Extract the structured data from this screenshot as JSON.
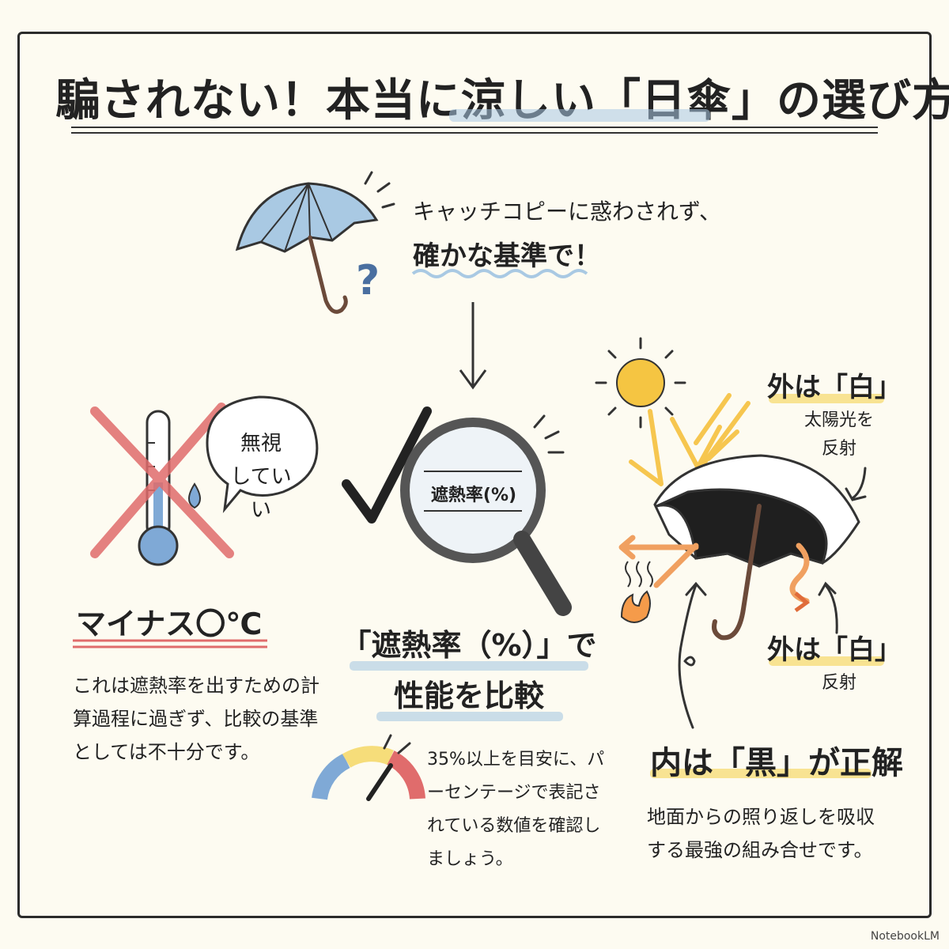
{
  "title": "騙されない！本当に涼しい「日傘」の選び方",
  "catchphrase": {
    "line1": "キャッチコピーに惑わされず、",
    "line2": "確かな基準で！"
  },
  "left": {
    "bubble_line1": "無視",
    "bubble_line2": "していい",
    "heading": "マイナス〇℃",
    "body": "これは遮熱率を出すための計算過程に過ぎず、比較の基準としては不十分です。"
  },
  "center": {
    "lens_label": "遮熱率(%)",
    "heading_line1": "「遮熱率（%）」で",
    "heading_line2": "性能を比較",
    "body": "35%以上を目安に、パーセンテージで表記されている数値を確認しましょう。"
  },
  "right": {
    "outer_top_heading": "外は「白」",
    "outer_top_sub1": "太陽光を",
    "outer_top_sub2": "反射",
    "outer_mid_heading": "外は「白」",
    "outer_mid_sub": "反射",
    "inner_heading": "内は「黒」が正解",
    "inner_body": "地面からの照り返しを吸収する最強の組み合せです。"
  },
  "brand": "NotebookLM",
  "colors": {
    "background": "#fdfbf1",
    "accent_blue": "#a9c9e3",
    "accent_red": "#e06c6c",
    "accent_yellow": "#f6dd7a",
    "sun": "#f5c542"
  },
  "icons": [
    "umbrella-question-icon",
    "thermometer-icon",
    "cross-icon",
    "magnifier-icon",
    "checkmark-icon",
    "gauge-icon",
    "sun-icon",
    "umbrella-black-icon",
    "heat-flame-icon"
  ]
}
